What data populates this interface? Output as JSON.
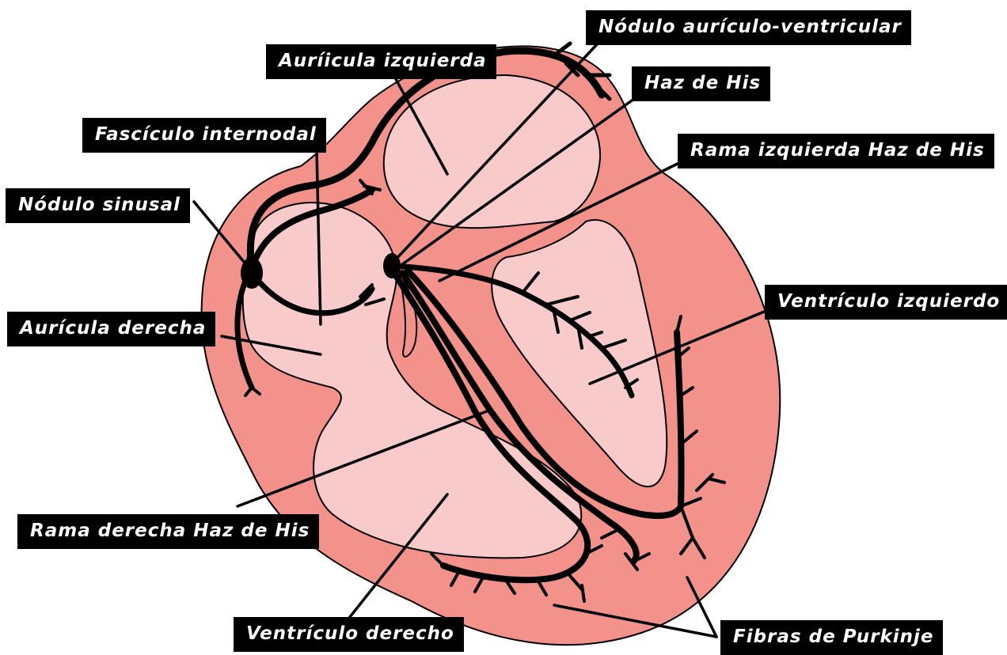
{
  "labels": {
    "auricula_izquierda": "Auríicula izquierda",
    "nodulo_av": "Nódulo aurículo-ventricular",
    "haz_de_his": "Haz de His",
    "fasciculo_internodal": "Fascículo internodal",
    "rama_izquierda": "Rama izquierda Haz de His",
    "nodulo_sinusal": "Nódulo sinusal",
    "auricula_derecha": "Aurícula derecha",
    "ventriculo_izquierdo": "Ventrículo izquierdo",
    "rama_derecha": "Rama derecha Haz de His",
    "ventriculo_derecho": "Ventrículo derecho",
    "fibras_purkinje": "Fibras de Purkinje"
  },
  "colors": {
    "heart_wall": "#F3928A",
    "chambers": "#F8CACA",
    "conduction_system": "#000000",
    "label_background": "#000000",
    "label_text": "#FFFFFF"
  }
}
